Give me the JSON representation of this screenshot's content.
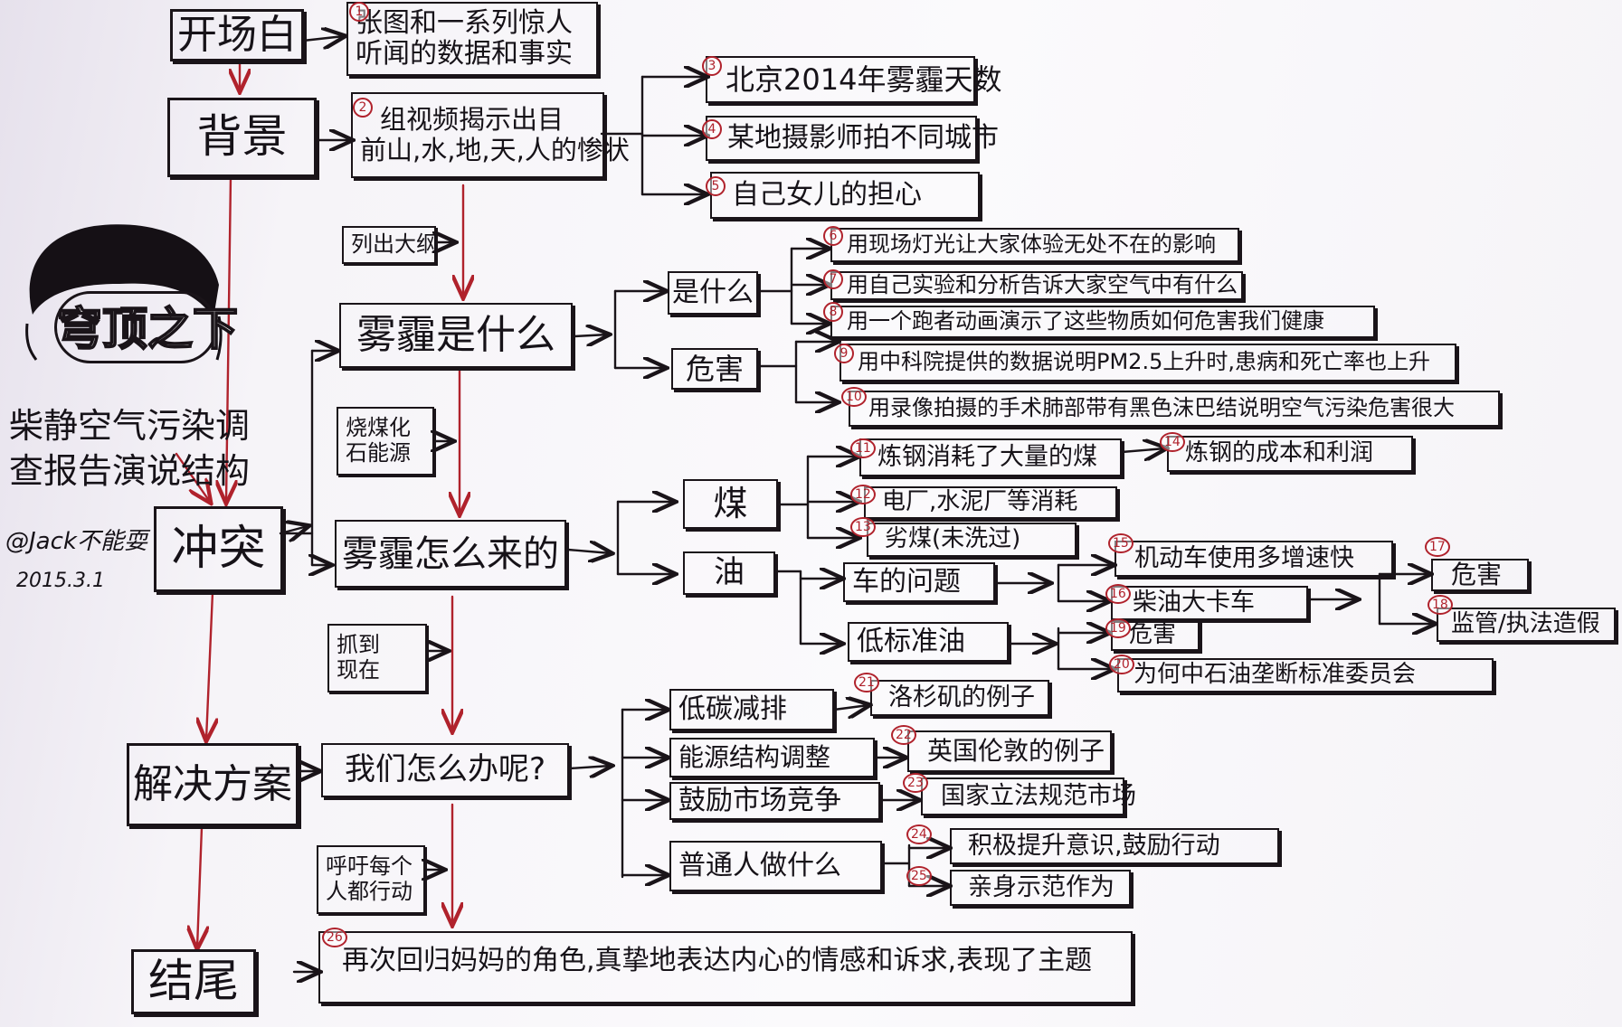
{
  "colors": {
    "ink": "#1a1419",
    "accent_red": "#b0222c",
    "paper": "#f7f5f9"
  },
  "main_flow": {
    "opening": "开场白",
    "background": "背景",
    "conflict": "冲突",
    "solution": "解决方案",
    "ending": "结尾"
  },
  "author": {
    "logo": "穹顶之下",
    "caption_line1": "柴静空气污染调",
    "caption_line2": "查报告演说结构",
    "signature": "@Jack不能耍",
    "date": "2015.3.1"
  },
  "opening": {
    "num": "1",
    "line1": "张图和一系列惊人",
    "line2": "听闻的数据和事实"
  },
  "background": {
    "num": "2",
    "line1": "组视频揭示出目",
    "line2": "前山,水,地,天,人的惨状",
    "items": [
      {
        "num": "3",
        "text": "北京2014年雾霾天数"
      },
      {
        "num": "4",
        "text": "某地摄影师拍不同城市"
      },
      {
        "num": "5",
        "text": "自己女儿的担心"
      }
    ],
    "note": "列出大纲"
  },
  "what_is": {
    "title": "雾霾是什么",
    "branch_what": "是什么",
    "branch_harm": "危害",
    "what_items": [
      {
        "num": "6",
        "text": "用现场灯光让大家体验无处不在的影响"
      },
      {
        "num": "7",
        "text": "用自己实验和分析告诉大家空气中有什么"
      },
      {
        "num": "8",
        "text": "用一个跑者动画演示了这些物质如何危害我们健康"
      }
    ],
    "harm_items": [
      {
        "num": "9",
        "text": "用中科院提供的数据说明PM2.5上升时,患病和死亡率也上升"
      },
      {
        "num": "10",
        "text": "用录像拍摄的手术肺部带有黑色沫巴结说明空气污染危害很大"
      }
    ],
    "note_line1": "烧煤化",
    "note_line2": "石能源"
  },
  "source": {
    "title": "雾霾怎么来的",
    "coal": "煤",
    "oil": "油",
    "coal_items": [
      {
        "num": "11",
        "text": "炼钢消耗了大量的煤"
      },
      {
        "num": "12",
        "text": "电厂,水泥厂等消耗"
      },
      {
        "num": "13",
        "text": "劣煤(未洗过)"
      }
    ],
    "steel_cost": {
      "num": "14",
      "text": "炼钢的成本和利润"
    },
    "car_issue": "车的问题",
    "low_oil": "低标准油",
    "car_items": [
      {
        "num": "15",
        "text": "机动车使用多增速快"
      },
      {
        "num": "16",
        "text": "柴油大卡车"
      }
    ],
    "truck_items": [
      {
        "num": "17",
        "text": "危害"
      },
      {
        "num": "18",
        "text": "监管/执法造假"
      }
    ],
    "oil_items": [
      {
        "num": "19",
        "text": "危害"
      },
      {
        "num": "20",
        "text": "为何中石油垄断标准委员会"
      }
    ],
    "note_line1": "抓到",
    "note_line2": "现在"
  },
  "what_do": {
    "title": "我们怎么办呢?",
    "items": [
      {
        "text": "低碳减排",
        "num": "21",
        "example": "洛杉矶的例子"
      },
      {
        "text": "能源结构调整",
        "num": "22",
        "example": "英国伦敦的例子"
      },
      {
        "text": "鼓励市场竞争",
        "num": "23",
        "example": "国家立法规范市场"
      },
      {
        "text": "普通人做什么"
      }
    ],
    "people_items": [
      {
        "num": "24",
        "text": "积极提升意识,鼓励行动"
      },
      {
        "num": "25",
        "text": "亲身示范作为"
      }
    ],
    "note_line1": "呼吁每个",
    "note_line2": "人都行动"
  },
  "ending": {
    "num": "26",
    "text": "再次回归妈妈的角色,真挚地表达内心的情感和诉求,表现了主题"
  }
}
